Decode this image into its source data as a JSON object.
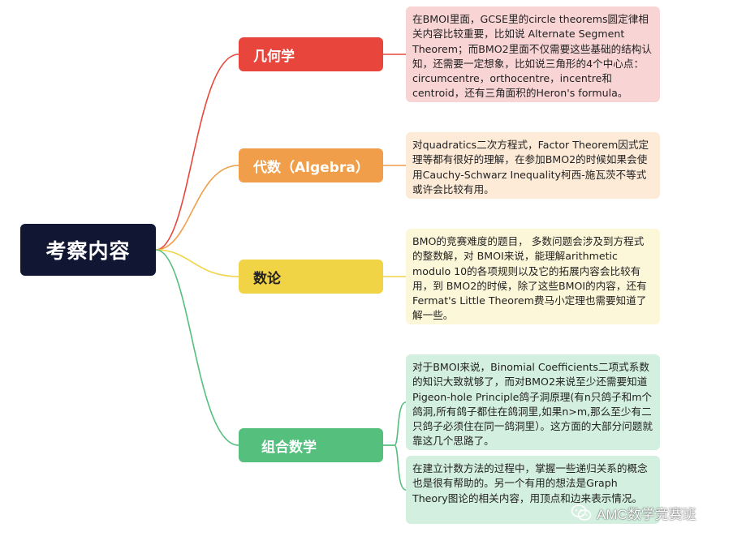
{
  "root": {
    "label": "考察内容"
  },
  "branches": [
    {
      "label": "几何学",
      "color": "#e8463c",
      "note_bg": "#f9d4d4",
      "notes": [
        "在BMOI里面，GCSE里的circle theorems圆定律相关内容比较重要，比如说 Alternate Segment Theorem；而BMO2里面不仅需要这些基础的结构认知，还需要一定想象，比如说三角形的4个中心点：circumcentre，orthocentre，incentre和centroid，还有三角面积的Heron's formula。"
      ]
    },
    {
      "label": "代数（Algebra）",
      "color": "#f09e4a",
      "note_bg": "#fdebd8",
      "notes": [
        "对quadratics二次方程式，Factor Theorem因式定理等都有很好的理解，在参加BMO2的时候如果会使用Cauchy-Schwarz Inequality柯西-施瓦茨不等式或许会比较有用。"
      ]
    },
    {
      "label": "数论",
      "color": "#f1d346",
      "note_bg": "#fdf7d9",
      "notes": [
        "BMO的竞赛难度的题目， 多数问题会涉及到方程式的整数解，对 BMOI来说，能理解arithmetic modulo 10的各项规则以及它的拓展内容会比较有用，到 BMO2的时候，除了这些BMOI的内容，还有Fermat's Little Theorem费马小定理也需要知道了解一些。"
      ]
    },
    {
      "label": "组合数学",
      "color": "#55bf7e",
      "note_bg": "#d3efdf",
      "notes": [
        "对于BMOI来说，Binomial Coefficients二项式系数的知识大致就够了，而对BMO2来说至少还需要知道Pigeon-hole Principle鸽子洞原理(有n只鸽子和m个鸽洞,所有鸽子都住在鸽洞里,如果n>m,那么至少有二只鸽子必须住在同一鸽洞里）。这方面的大部分问题就靠这几个思路了。",
        "在建立计数方法的过程中，掌握一些递归关系的概念也是很有帮助的。另一个有用的想法是Graph Theory图论的相关内容，用顶点和边来表示情况。"
      ]
    }
  ],
  "watermark": {
    "text": "AMC数学竞赛班",
    "icon": "wechat-icon"
  }
}
